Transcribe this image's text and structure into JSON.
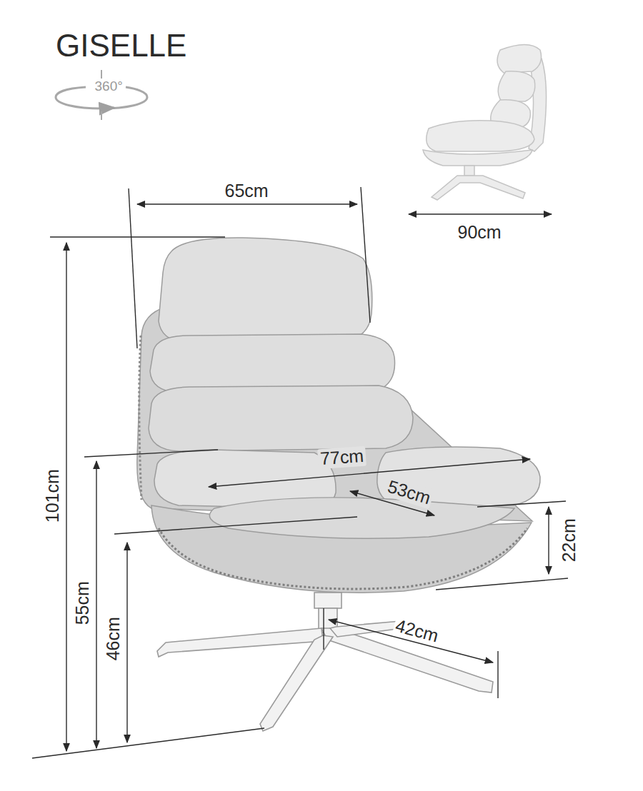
{
  "diagram": {
    "title": "GISELLE",
    "labels": [
      "360°",
      "65cm",
      "90cm",
      "101cm",
      "77cm",
      "53cm",
      "55cm",
      "22cm",
      "46cm",
      "42cm"
    ]
  }
}
